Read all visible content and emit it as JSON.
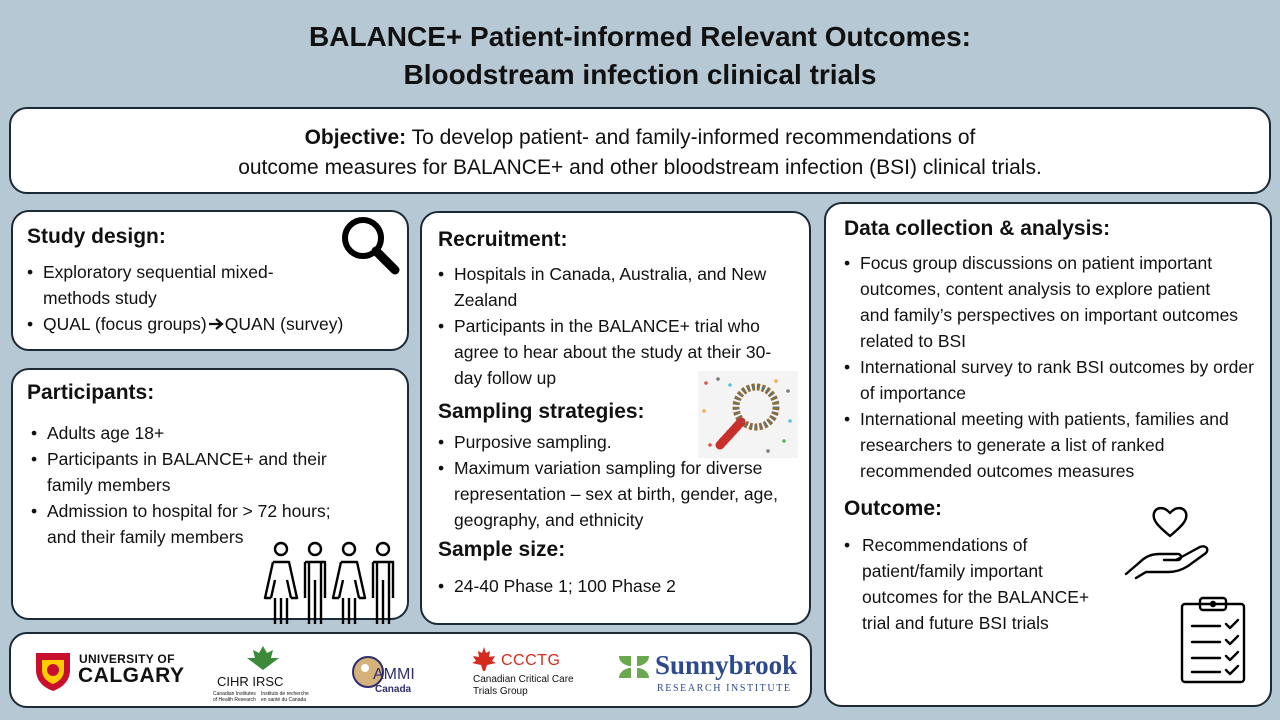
{
  "title": {
    "line1": "BALANCE+ Patient-informed Relevant Outcomes:",
    "line2": "Bloodstream infection clinical trials"
  },
  "objective": {
    "label": "Objective:",
    "text_line1": " To develop patient- and family-informed recommendations of",
    "text_line2": "outcome measures for BALANCE+ and other bloodstream infection (BSI) clinical trials."
  },
  "study_design": {
    "heading": "Study design:",
    "items": [
      "Exploratory sequential mixed-methods study",
      "QUAL (focus groups)",
      "QUAN (survey)"
    ]
  },
  "participants": {
    "heading": "Participants:",
    "items": [
      "Adults age 18+",
      "Participants in BALANCE+ and their family members",
      "Admission to hospital for > 72 hours; and their family members"
    ]
  },
  "recruitment": {
    "heading": "Recruitment:",
    "items": [
      "Hospitals in Canada, Australia, and New Zealand",
      "Participants in the BALANCE+ trial who agree to hear about the study at their 30-day follow up"
    ],
    "sampling_heading": "Sampling strategies:",
    "sampling_items": [
      "Purposive sampling.",
      "Maximum variation sampling for diverse representation – sex at birth, gender, age, geography, and ethnicity"
    ],
    "size_heading": "Sample size:",
    "size_items": [
      "24-40 Phase 1; 100 Phase 2"
    ]
  },
  "data_collection": {
    "heading": "Data collection & analysis:",
    "items": [
      "Focus group discussions on patient important outcomes, content analysis to explore patient and family’s perspectives on important outcomes related to BSI",
      "International survey to rank BSI outcomes by order of importance",
      "International meeting with patients, families and researchers to generate a list of ranked recommended outcomes measures"
    ],
    "outcome_heading": "Outcome:",
    "outcome_items": [
      "Recommendations of patient/family important outcomes for the BALANCE+ trial and future BSI trials"
    ]
  },
  "logos": {
    "calgary_line1": "UNIVERSITY OF",
    "calgary_line2": "CALGARY",
    "cihr_main": "CIHR IRSC",
    "cihr_sub_left": "Canadian Institutes of Health Research",
    "cihr_sub_right": "Instituts de recherche en santé du Canada",
    "ammi_main": "AMMI",
    "ammi_sub": "Canada",
    "ccctg_main": "CCCTG",
    "ccctg_sub1": "Canadian Critical Care",
    "ccctg_sub2": "Trials Group",
    "sunnybrook_main": "Sunnybrook",
    "sunnybrook_sub": "RESEARCH INSTITUTE"
  },
  "colors": {
    "background": "#b6c8d4",
    "border": "#1b2a36",
    "calgary_red": "#c8102e",
    "calgary_gold": "#ffcd00",
    "cihr_green": "#3a8a3a",
    "ccctg_red": "#d52b1e",
    "sunnybrook_blue": "#2e4a8c",
    "sunnybrook_green": "#6aa84f"
  }
}
